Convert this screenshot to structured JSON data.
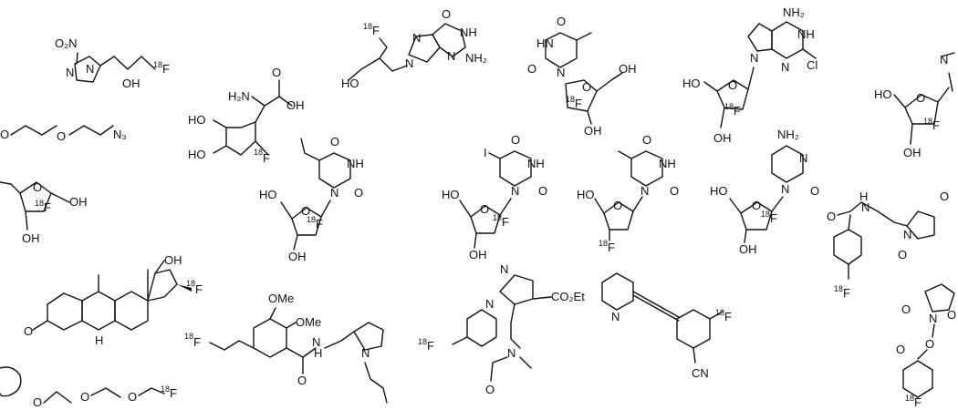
{
  "labels": {
    "no2": "O₂N",
    "f18": "18F",
    "oh": "OH",
    "ho": "HO",
    "h2n": "H₂N",
    "nh2": "NH₂",
    "nh": "NH",
    "n": "N",
    "o": "O",
    "h": "H",
    "i": "I",
    "cl": "Cl",
    "f": "F",
    "n3": "N₃",
    "ome": "OMe",
    "co2et": "CO₂Et",
    "cn": "CN",
    "pdf": "F"
  }
}
